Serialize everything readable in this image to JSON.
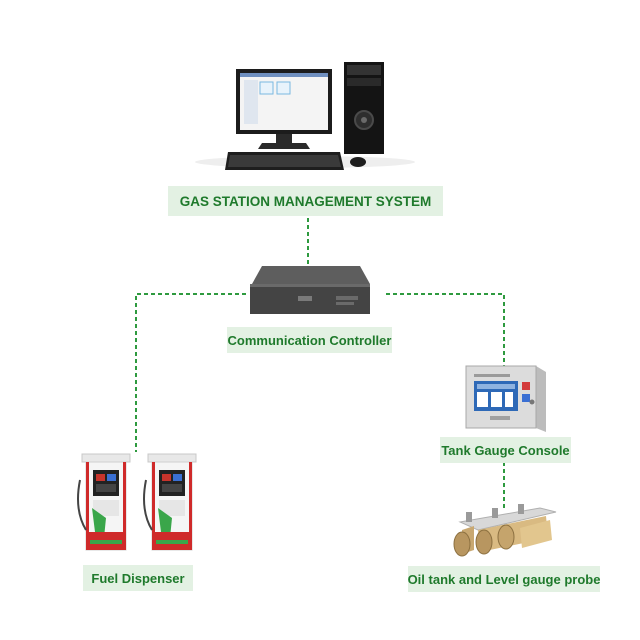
{
  "labels": {
    "management_system": "GAS STATION MANAGEMENT SYSTEM",
    "communication_controller": "Communication Controller",
    "tank_gauge_console": "Tank Gauge Console",
    "fuel_dispenser": "Fuel Dispenser",
    "oil_tank_probe": "Oil tank and Level gauge probe"
  },
  "colors": {
    "connector": "#2e9a3f",
    "label_bg": "#e3f1e3",
    "label_text": "#1f7a2c"
  }
}
